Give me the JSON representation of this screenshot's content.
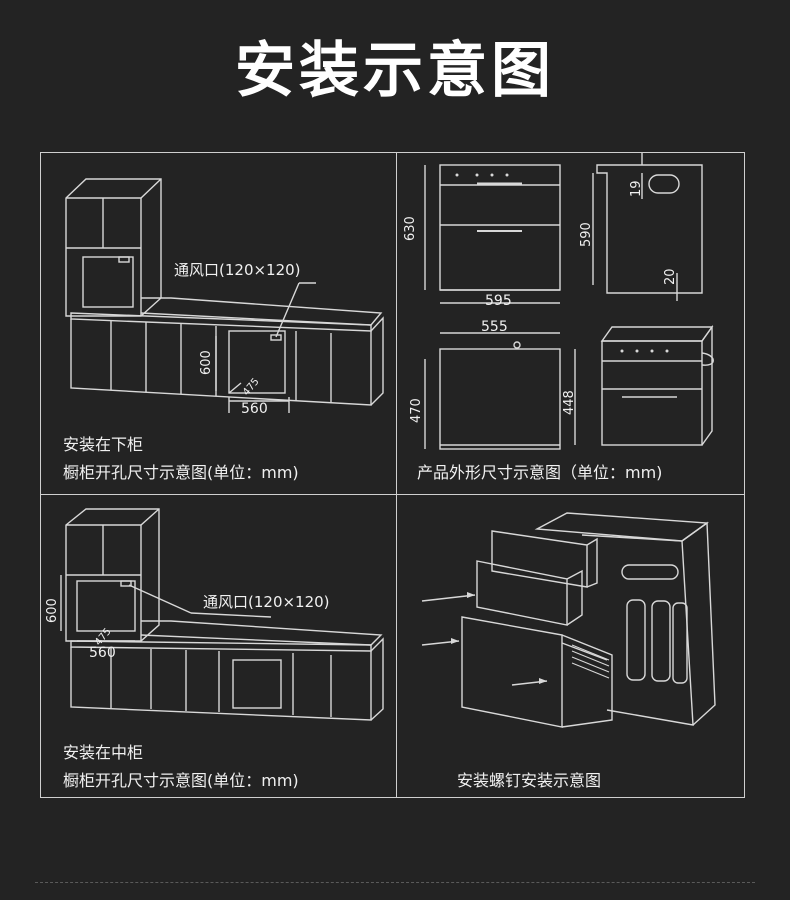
{
  "title": "安装示意图",
  "panels": {
    "lower": {
      "vent": "通风口(120×120)",
      "dim_height": "600",
      "dim_depth": "475",
      "dim_width": "560",
      "caption_line1": "安装在下柜",
      "caption_line2": "橱柜开孔尺寸示意图(单位：mm)"
    },
    "product": {
      "dim_front_height": "630",
      "dim_front_width": "595",
      "dim_side_height": "590",
      "dim_side_top": "19",
      "dim_side_bottom": "20",
      "dim_top_width": "555",
      "dim_top_height": "470",
      "dim_top_inner": "448",
      "caption": "产品外形尺寸示意图（单位：mm)"
    },
    "middle": {
      "vent": "通风口(120×120)",
      "dim_height": "600",
      "dim_depth": "475",
      "dim_width": "560",
      "caption_line1": "安装在中柜",
      "caption_line2": "橱柜开孔尺寸示意图(单位：mm)"
    },
    "screws": {
      "caption": "安装螺钉安装示意图"
    }
  },
  "colors": {
    "background": "#232323",
    "line": "#d8d8d8",
    "text": "#f0f0f0"
  }
}
